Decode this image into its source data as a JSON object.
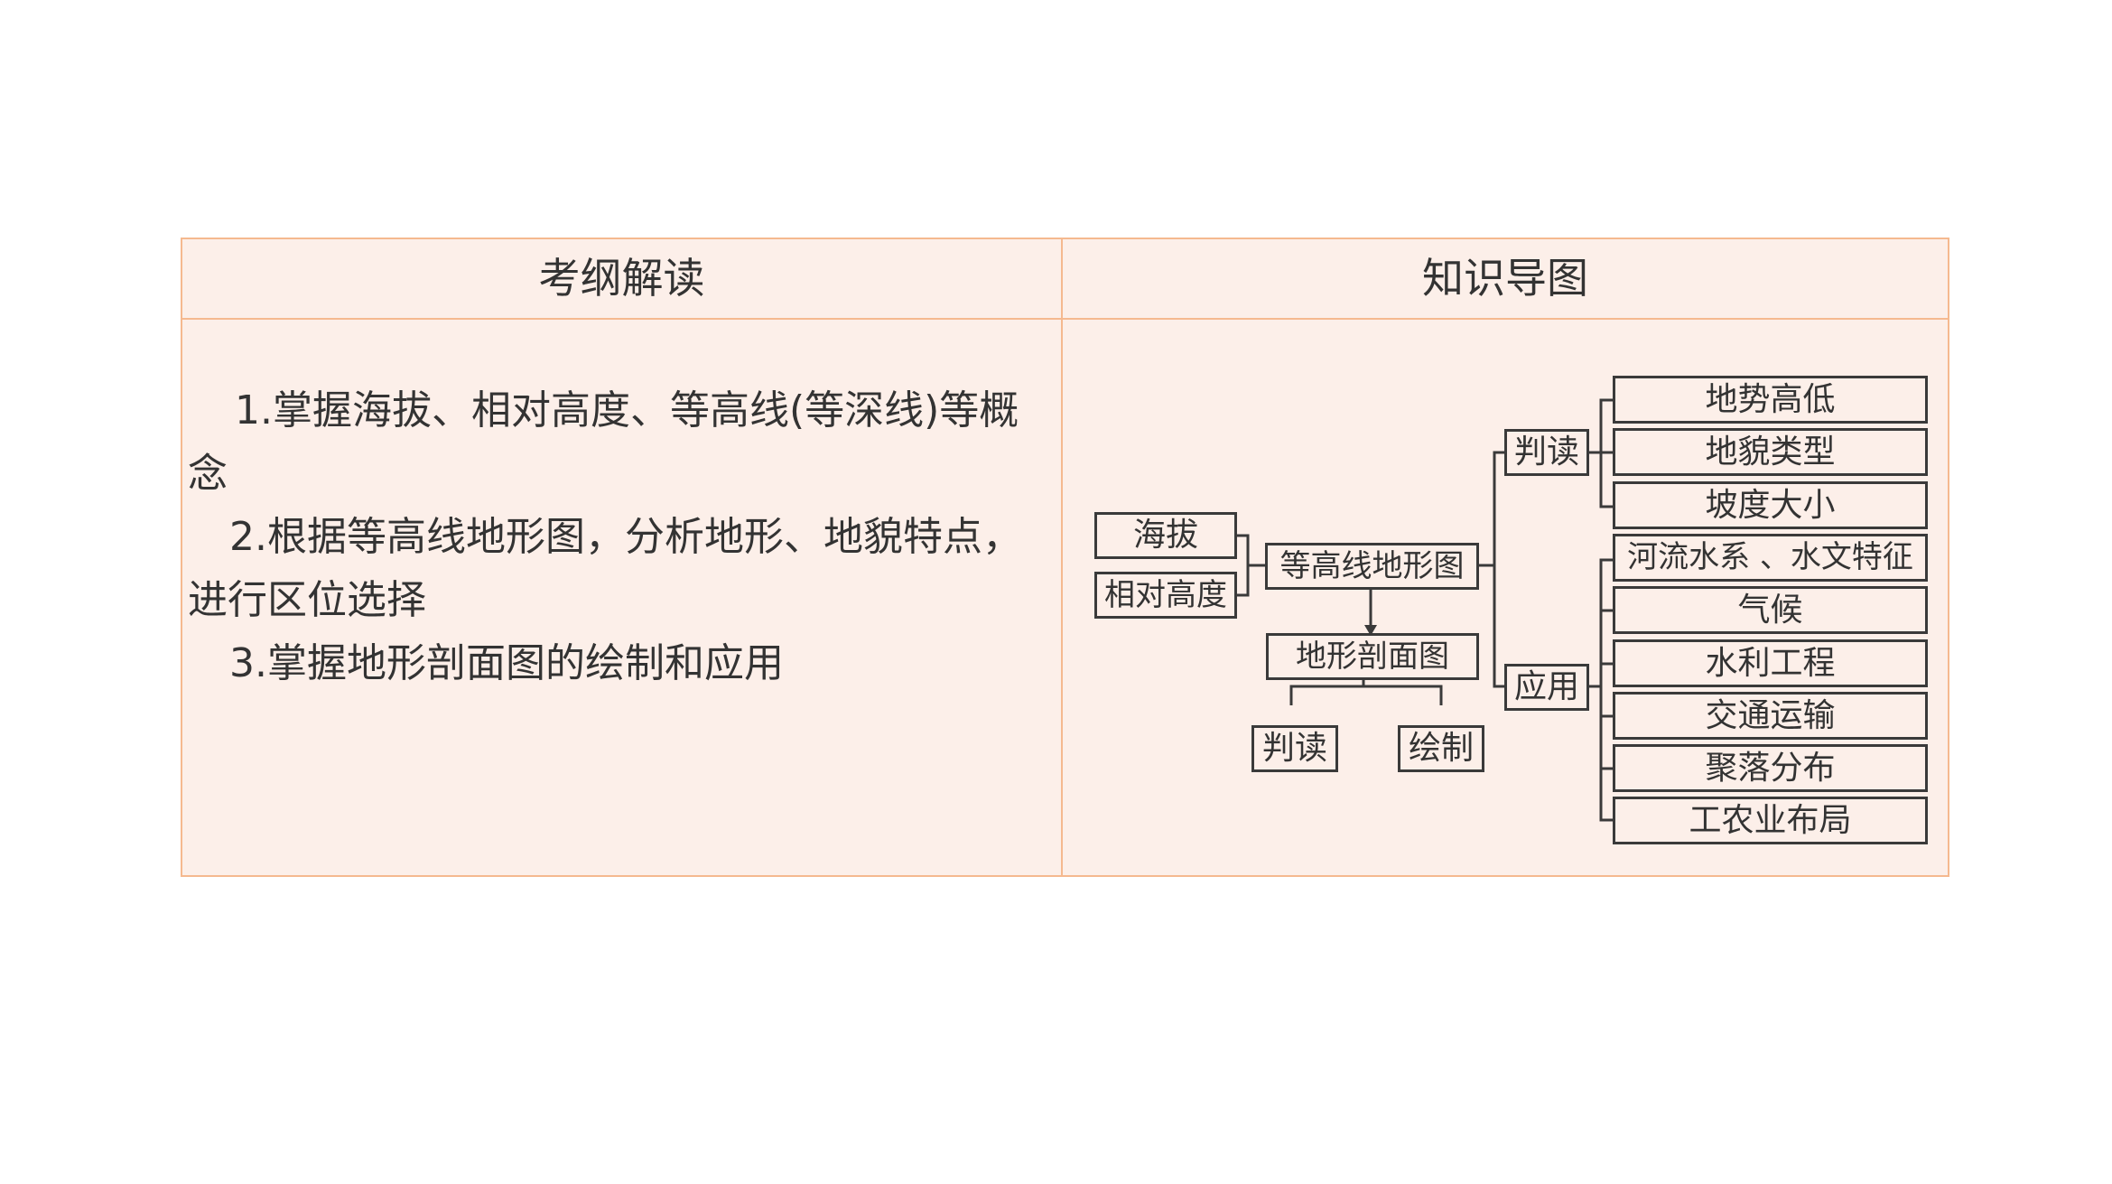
{
  "headers": {
    "left": "考纲解读",
    "right": "知识导图"
  },
  "outline": {
    "item1_line1": "1.掌握海拔、相对高度、等高线(等深线)等概",
    "item1_line2": "念",
    "item2_line1": "2.根据等高线地形图，分析地形、地貌特点，",
    "item2_line2": "进行区位选择",
    "item3": "3.掌握地形剖面图的绘制和应用"
  },
  "mindmap": {
    "altitude": "海拔",
    "relative_height": "相对高度",
    "contour_map": "等高线地形图",
    "profile_map": "地形剖面图",
    "profile_read": "判读",
    "profile_draw": "绘制",
    "interpret": "判读",
    "apply": "应用",
    "interpret_items": [
      "地势高低",
      "地貌类型",
      "坡度大小"
    ],
    "apply_items": [
      "河流水系 、水文特征",
      "气候",
      "水利工程",
      "交通运输",
      "聚落分布",
      "工农业布局"
    ]
  },
  "colors": {
    "table_bg": "#fcefe9",
    "table_border": "#f5b98f",
    "text": "#333333",
    "line": "#3a3a3a"
  }
}
